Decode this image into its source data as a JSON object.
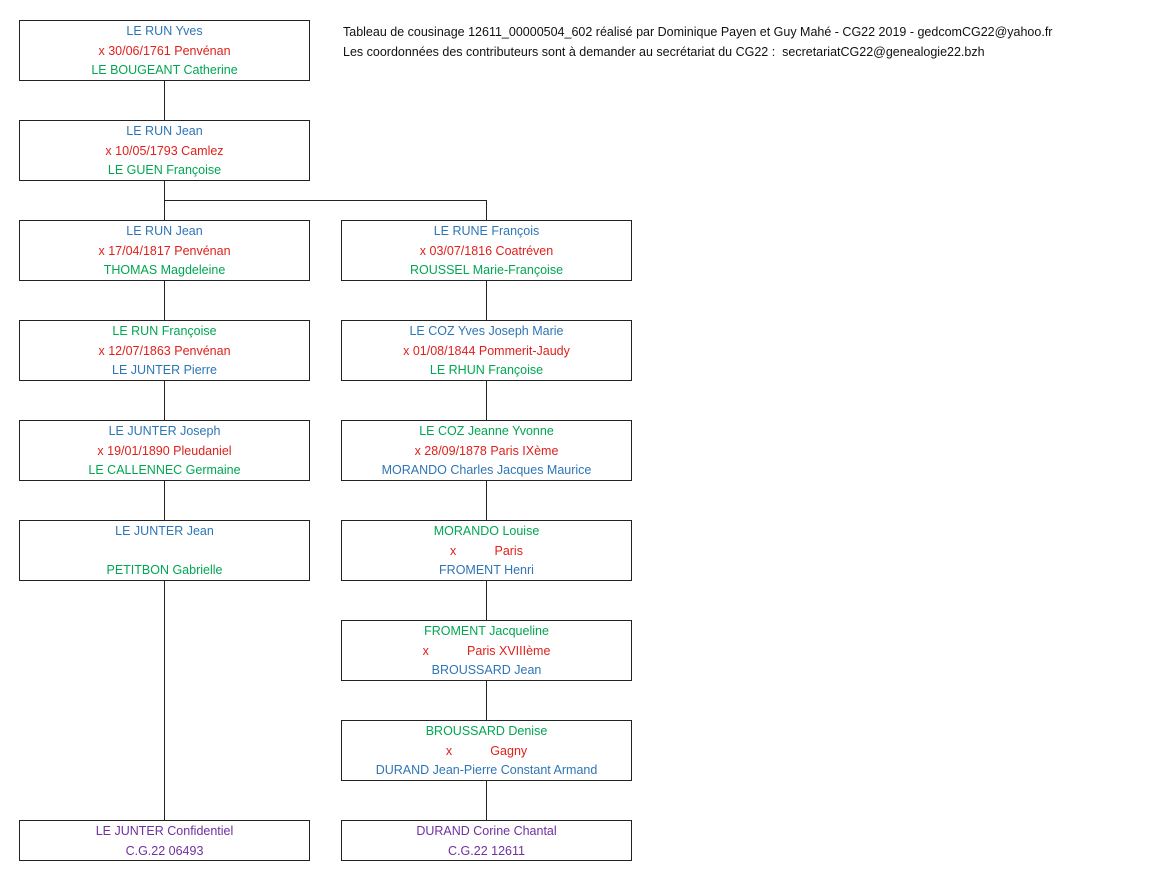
{
  "header": {
    "line1": "Tableau de cousinage 12611_00000504_602 réalisé par Dominique Payen et Guy Mahé - CG22 2019 - gedcomCG22@yahoo.fr",
    "line2": "Les coordonnées des contributeurs sont à demander au secrétariat du CG22 :  secretariatCG22@genealogie22.bzh"
  },
  "colors": {
    "blue": "#2e75b6",
    "green": "#00a651",
    "red": "#e0201b",
    "purple": "#7030a0"
  },
  "left": [
    {
      "l1": "LE RUN Yves",
      "l2": "x 30/06/1761 Penvénan",
      "l3": "LE BOUGEANT Catherine"
    },
    {
      "l1": "LE RUN Jean",
      "l2": "x 10/05/1793 Camlez",
      "l3": "LE GUEN Françoise"
    },
    {
      "l1": "LE RUN Jean",
      "l2": "x 17/04/1817 Penvénan",
      "l3": "THOMAS Magdeleine"
    },
    {
      "l1": "LE RUN Françoise",
      "l2": "x 12/07/1863 Penvénan",
      "l3": "LE JUNTER Pierre"
    },
    {
      "l1": "LE JUNTER Joseph",
      "l2": "x 19/01/1890 Pleudaniel",
      "l3": "LE CALLENNEC Germaine"
    },
    {
      "l1": "LE JUNTER Jean",
      "l2": "",
      "l3": "PETITBON Gabrielle"
    },
    {
      "l1": "LE JUNTER Confidentiel",
      "l2": "C.G.22 06493"
    }
  ],
  "right": [
    {
      "l1": "LE RUNE François",
      "l2": "x 03/07/1816 Coatréven",
      "l3": "ROUSSEL Marie-Françoise"
    },
    {
      "l1": "LE COZ Yves Joseph Marie",
      "l2": "x 01/08/1844 Pommerit-Jaudy",
      "l3": "LE RHUN Françoise"
    },
    {
      "l1": "LE COZ Jeanne Yvonne",
      "l2": "x 28/09/1878 Paris IXème",
      "l3": "MORANDO Charles Jacques Maurice"
    },
    {
      "l1": "MORANDO Louise",
      "l2": "x           Paris",
      "l3": "FROMENT Henri"
    },
    {
      "l1": "FROMENT Jacqueline",
      "l2": "x           Paris XVIIIème",
      "l3": "BROUSSARD Jean"
    },
    {
      "l1": "BROUSSARD Denise",
      "l2": "x           Gagny",
      "l3": "DURAND Jean-Pierre Constant Armand"
    },
    {
      "l1": "DURAND Corine Chantal",
      "l2": "C.G.22 12611"
    }
  ]
}
